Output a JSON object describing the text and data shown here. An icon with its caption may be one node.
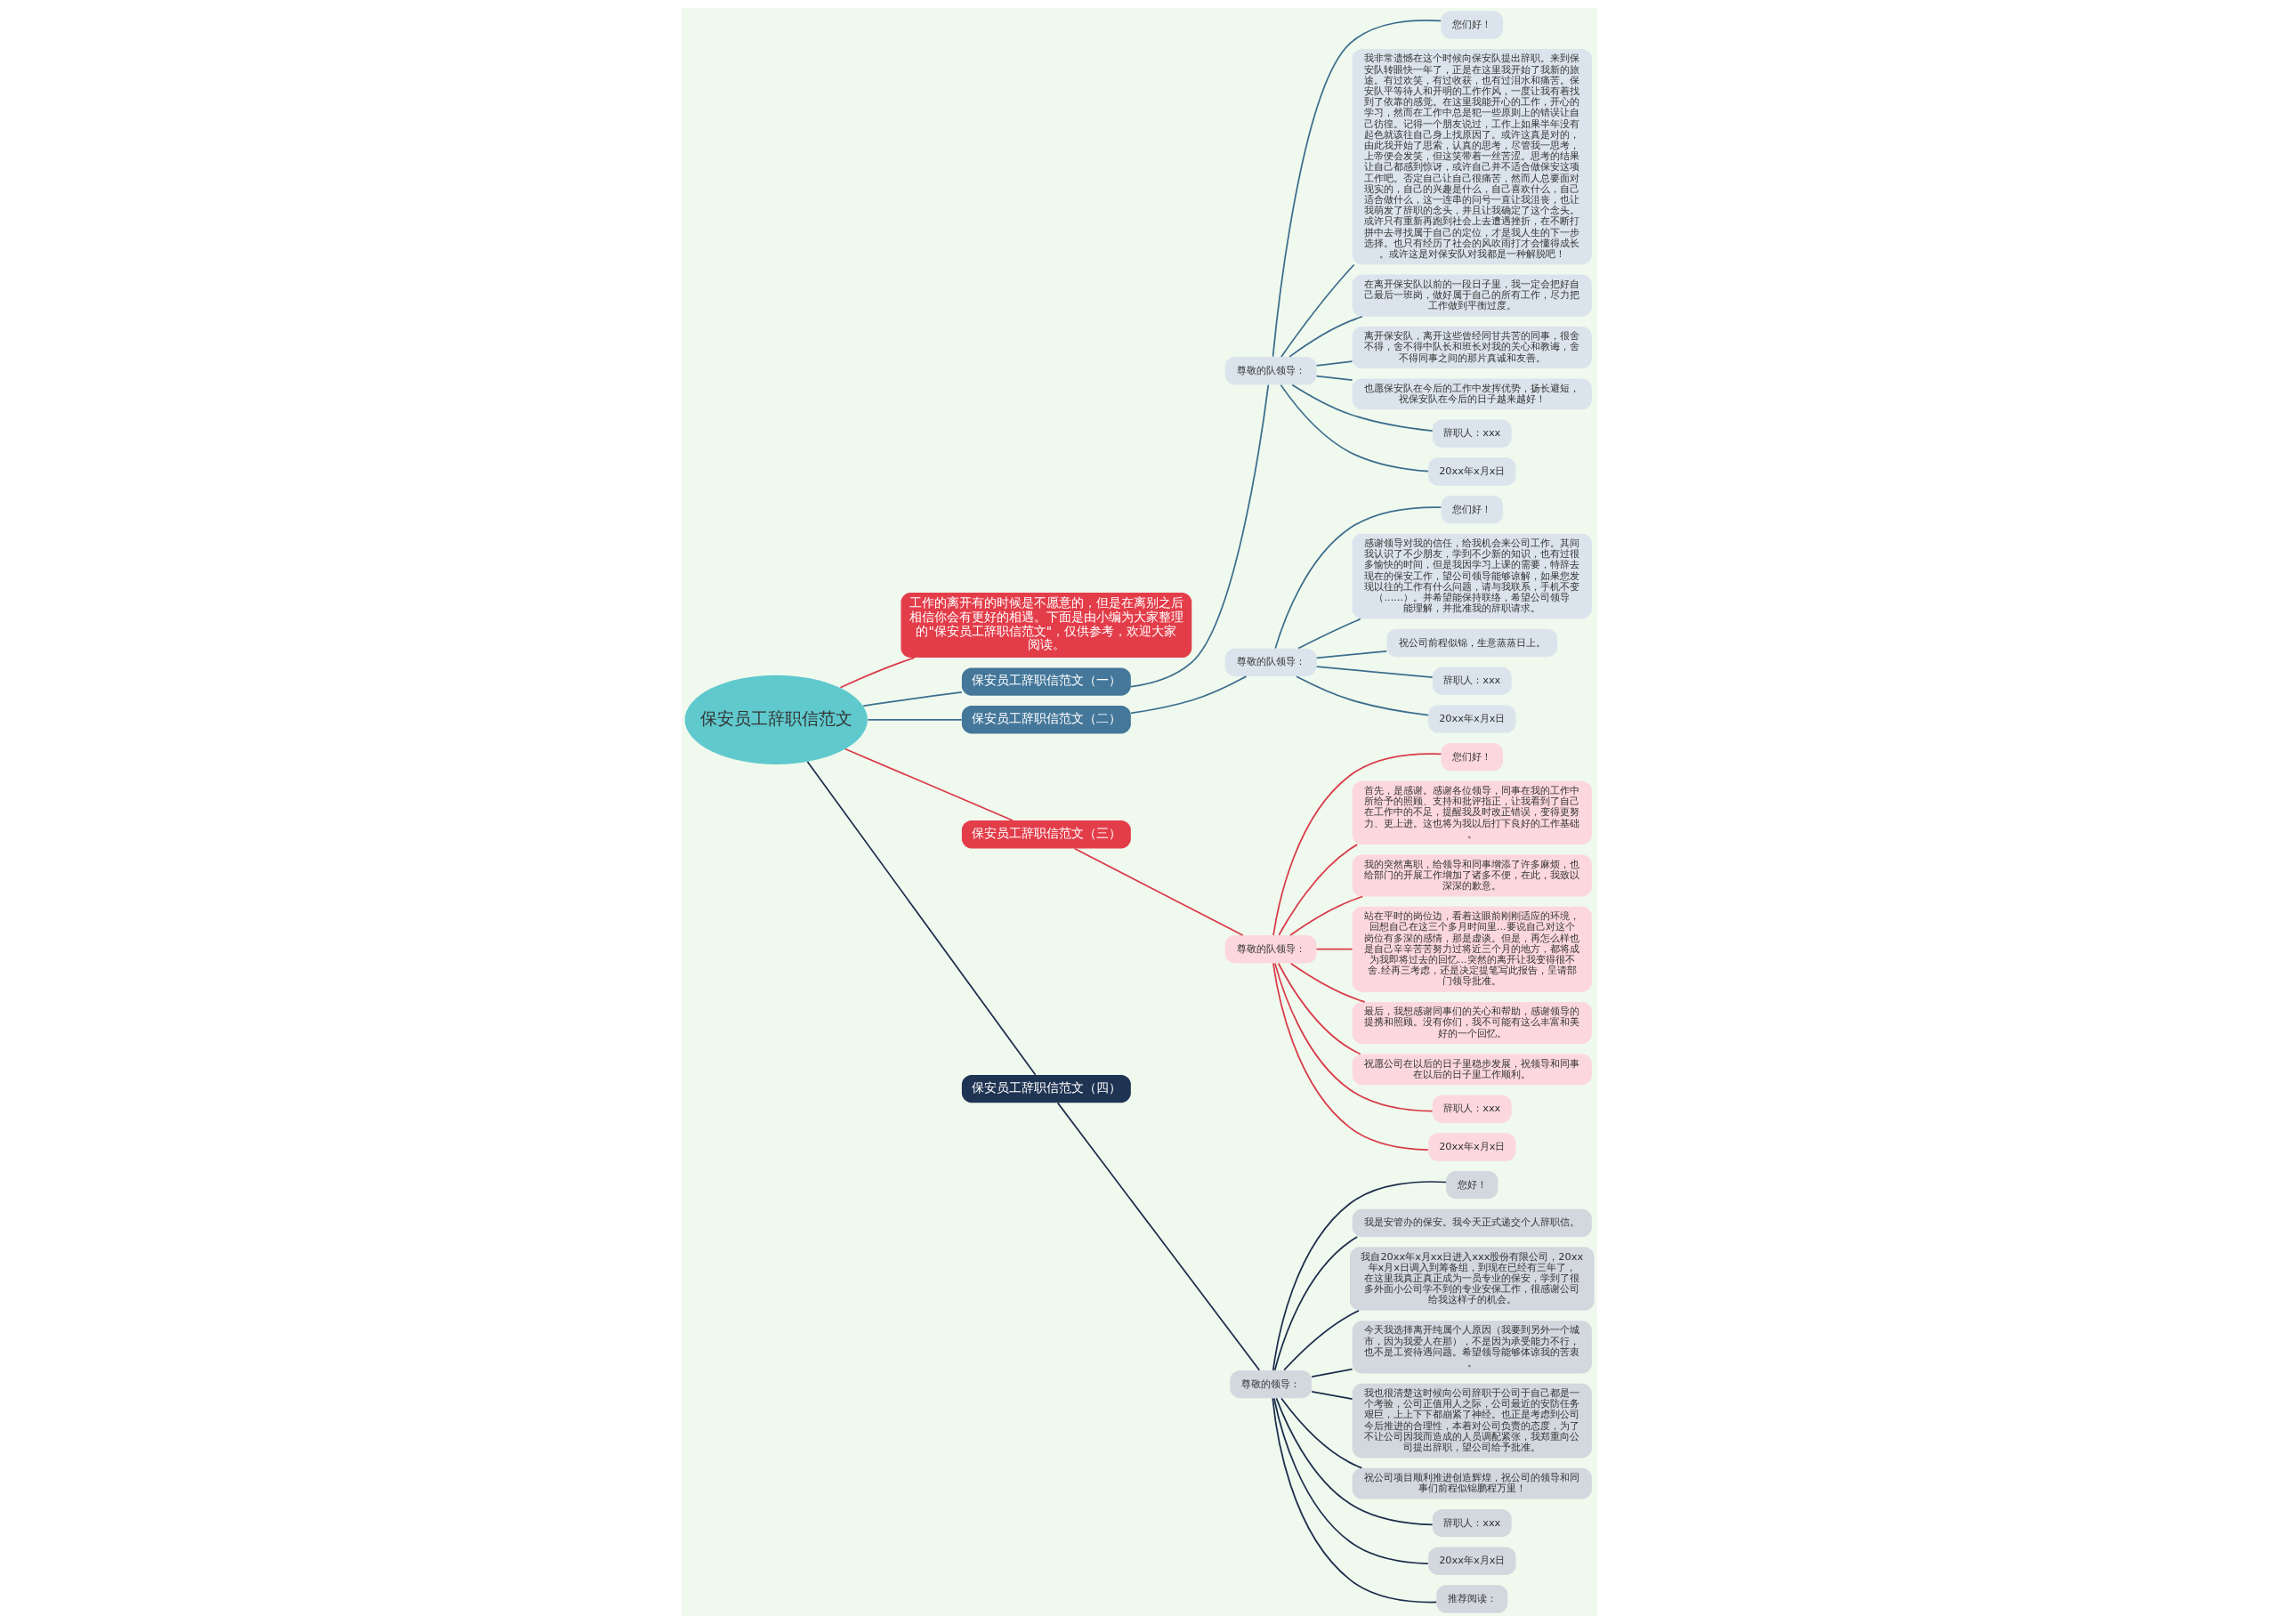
{
  "diagram": {
    "nodes": [
      {
        "text": [
          "保安员工辞职信范文"
        ]
      },
      {
        "text": [
          "工作的离开有的时候是不愿意的，但是在离别之后相信你会有更好的相遇。下面是由小编为大家整理的\"保安员工辞职信范文\"，仅供参考，欢迎大家阅读。"
        ]
      },
      {
        "text": [
          "保安员工辞职信范文（一）"
        ]
      },
      {
        "text": [
          "尊敬的队领导："
        ]
      },
      {
        "text": [
          "您们好！"
        ]
      },
      {
        "text": [
          "我非常遗憾在这个时候向保安队提出辞职。来到保安队转眼快一年了，正是在这里我开始了我新的旅途。有过欢笑，有过收获，也有过泪水和痛苦。保安队平等待人和开明的工作作风，一度让我有着找到了依靠的感觉。在这里我能开心的工作，开心的学习，然而在工作中总是犯一些原则上的错误让自己彷徨。记得一个朋友说过，工作上如果半年没有起色就该往自己身上找原因了。或许这真是对的，由此我开始了思索，认真的思考，尽管我一思考，上帝便会发笑，但这笑带着一丝苦涩。思考的结果让自己都感到惊讶，或许自己并不适合做保安这项工作吧。否定自己让自己很痛苦，然而人总要面对现实的，自己的兴趣是什么，自己喜欢什么，自己适合做什么，这一连串的问号一直让我沮丧，也让我萌发了辞职的念头，并且让我确定了这个念头。或许只有重新再跑到社会上去遭遇挫折，在不断打拼中去寻找属于自己的定位，才是我人生的下一步选择。也只有经历了社会的风吹雨打才会懂得成长。或许这是对保安队对我都是一种解脱吧！"
        ]
      },
      {
        "text": [
          "在离开保安队以前的一段日子里，我一定会把好自己最后一班岗，做好属于自己的所有工作，尽力把工作做到平衡过度。"
        ]
      },
      {
        "text": [
          "离开保安队，离开这些曾经同甘共苦的同事，很舍不得，舍不得中队长和班长对我的关心和教诲，舍不得同事之间的那片真诚和友善。"
        ]
      },
      {
        "text": [
          "也愿保安队在今后的工作中发挥优势，扬长避短，祝保安队在今后的日子越来越好！"
        ]
      },
      {
        "text": [
          "辞职人：xxx"
        ]
      },
      {
        "text": [
          "20xx年x月x日"
        ]
      },
      {
        "text": [
          "保安员工辞职信范文（二）"
        ]
      },
      {
        "text": [
          "尊敬的队领导："
        ]
      },
      {
        "text": [
          "您们好！"
        ]
      },
      {
        "text": [
          "感谢领导对我的信任，给我机会来公司工作。其间我认识了不少朋友，学到不少新的知识，也有过很多愉快的时间，但是我因学习上课的需要，特辞去现在的保安工作，望公司领导能够谅解，如果您发现以往的工作有什么问题，请与我联系，手机不变（......）。并希望能保持联络，希望公司领导能理解，并批准我的辞职请求。"
        ]
      },
      {
        "text": [
          "祝公司前程似锦，生意蒸蒸日上。"
        ]
      },
      {
        "text": [
          "辞职人：xxx"
        ]
      },
      {
        "text": [
          "20xx年x月x日"
        ]
      },
      {
        "text": [
          "保安员工辞职信范文（三）"
        ]
      },
      {
        "text": [
          "尊敬的队领导："
        ]
      },
      {
        "text": [
          "您们好！"
        ]
      },
      {
        "text": [
          "首先，是感谢。感谢各位领导，同事在我的工作中所给予的照顾、支持和批评指正，让我看到了自己在工作中的不足，提醒我及时改正错误，变得更努力、更上进。这也将为我以后打下良好的工作基础。"
        ]
      },
      {
        "text": [
          "我的突然离职，给领导和同事增添了许多麻烦，也给部门的开展工作增加了诸多不便，在此，我致以深深的歉意。"
        ]
      },
      {
        "text": [
          "站在平时的岗位边，看着这眼前刚刚适应的环境，回想自己在这三个多月时间里...要说自己对这个岗位有多深的感情，那是虚谈。但是，再怎么样也是自己辛辛苦苦努力过将近三个月的地方，都将成为我即将过去的回忆...突然的离开让我变得很不舍.经再三考虑，还是决定提笔写此报告，呈请部门领导批准。"
        ]
      },
      {
        "text": [
          "最后，我想感谢同事们的关心和帮助，感谢领导的提携和照顾。没有你们，我不可能有这么丰富和美好的一个回忆。"
        ]
      },
      {
        "text": [
          "祝愿公司在以后的日子里稳步发展，祝领导和同事在以后的日子里工作顺利。"
        ]
      },
      {
        "text": [
          "辞职人：xxx"
        ]
      },
      {
        "text": [
          "20xx年x月x日"
        ]
      },
      {
        "text": [
          "保安员工辞职信范文（四）"
        ]
      },
      {
        "text": [
          "尊敬的领导："
        ]
      },
      {
        "text": [
          "您好！"
        ]
      },
      {
        "text": [
          "我是安管办的保安。我今天正式递交个人辞职信。"
        ]
      },
      {
        "text": [
          "我自20xx年x月xx日进入xxx股份有限公司，20xx年x月x日调入到筹备组，到现在已经有三年了，在这里我真正真正成为一员专业的保安，学到了很多外面小公司学不到的专业安保工作，很感谢公司给我这样子的机会。"
        ]
      },
      {
        "text": [
          "今天我选择离开纯属个人原因（我要到另外一个城市，因为我爱人在那），不是因为承受能力不行，也不是工资待遇问题。希望领导能够体谅我的苦衷。"
        ]
      },
      {
        "text": [
          "我也很清楚这时候向公司辞职于公司于自己都是一个考验，公司正值用人之际，公司最近的安防任务艰巨，上上下下都崩紧了神经。也正是考虑到公司今后推进的合理性，本着对公司负责的态度，为了不让公司因我而造成的人员调配紧张，我郑重向公司提出辞职，望公司给予批准。"
        ]
      },
      {
        "text": [
          "祝公司项目顺利推进创造辉煌，祝公司的领导和同事们前程似锦鹏程万里！"
        ]
      },
      {
        "text": [
          "辞职人：xxx"
        ]
      },
      {
        "text": [
          "20xx年x月x日"
        ]
      },
      {
        "text": [
          "推荐阅读："
        ]
      }
    ],
    "edges": [
      {
        "from": 0,
        "to": 1,
        "arrow": "none",
        "color": "#d93a48"
      },
      {
        "from": 0,
        "to": 2,
        "arrow": "none"
      },
      {
        "from": 2,
        "to": 3,
        "arrow": "none"
      },
      {
        "from": 3,
        "to": 4,
        "arrow": "none"
      },
      {
        "from": 3,
        "to": 5,
        "arrow": "none"
      },
      {
        "from": 3,
        "to": 6,
        "arrow": "none"
      },
      {
        "from": 3,
        "to": 7,
        "arrow": "none"
      },
      {
        "from": 3,
        "to": 8,
        "arrow": "none"
      },
      {
        "from": 3,
        "to": 9,
        "arrow": "none"
      },
      {
        "from": 3,
        "to": 10,
        "arrow": "none"
      },
      {
        "from": 0,
        "to": 11,
        "arrow": "none"
      },
      {
        "from": 11,
        "to": 12,
        "arrow": "none"
      },
      {
        "from": 12,
        "to": 13,
        "arrow": "none"
      },
      {
        "from": 12,
        "to": 14,
        "arrow": "none"
      },
      {
        "from": 12,
        "to": 15,
        "arrow": "none"
      },
      {
        "from": 12,
        "to": 16,
        "arrow": "none"
      },
      {
        "from": 12,
        "to": 17,
        "arrow": "none"
      },
      {
        "from": 0,
        "to": 18,
        "arrow": "none",
        "color": "#d93a48"
      },
      {
        "from": 18,
        "to": 19,
        "arrow": "none",
        "color": "#d93a48"
      },
      {
        "from": 19,
        "to": 20,
        "arrow": "none",
        "color": "#d93a48"
      },
      {
        "from": 19,
        "to": 21,
        "arrow": "none",
        "color": "#d93a48"
      },
      {
        "from": 19,
        "to": 22,
        "arrow": "none",
        "color": "#d93a48"
      },
      {
        "from": 19,
        "to": 23,
        "arrow": "none",
        "color": "#d93a48"
      },
      {
        "from": 19,
        "to": 24,
        "arrow": "none",
        "color": "#d93a48"
      },
      {
        "from": 19,
        "to": 25,
        "arrow": "none",
        "color": "#d93a48"
      },
      {
        "from": 19,
        "to": 26,
        "arrow": "none",
        "color": "#d93a48"
      },
      {
        "from": 19,
        "to": 27,
        "arrow": "none",
        "color": "#d93a48"
      },
      {
        "from": 0,
        "to": 28,
        "arrow": "none",
        "color": "#1c2d4c"
      },
      {
        "from": 28,
        "to": 29,
        "arrow": "none",
        "color": "#1c2d4c"
      },
      {
        "from": 29,
        "to": 30,
        "arrow": "none",
        "color": "#1c2d4c"
      },
      {
        "from": 29,
        "to": 31,
        "arrow": "none",
        "color": "#1c2d4c"
      },
      {
        "from": 29,
        "to": 32,
        "arrow": "none",
        "color": "#1c2d4c"
      },
      {
        "from": 29,
        "to": 33,
        "arrow": "none",
        "color": "#1c2d4c"
      },
      {
        "from": 29,
        "to": 34,
        "arrow": "none",
        "color": "#1c2d4c"
      },
      {
        "from": 29,
        "to": 35,
        "arrow": "none",
        "color": "#1c2d4c"
      },
      {
        "from": 29,
        "to": 36,
        "arrow": "none",
        "color": "#1c2d4c"
      },
      {
        "from": 29,
        "to": 37,
        "arrow": "none",
        "color": "#1c2d4c"
      },
      {
        "from": 29,
        "to": 38,
        "arrow": "none",
        "color": "#1c2d4c"
      }
    ]
  }
}
